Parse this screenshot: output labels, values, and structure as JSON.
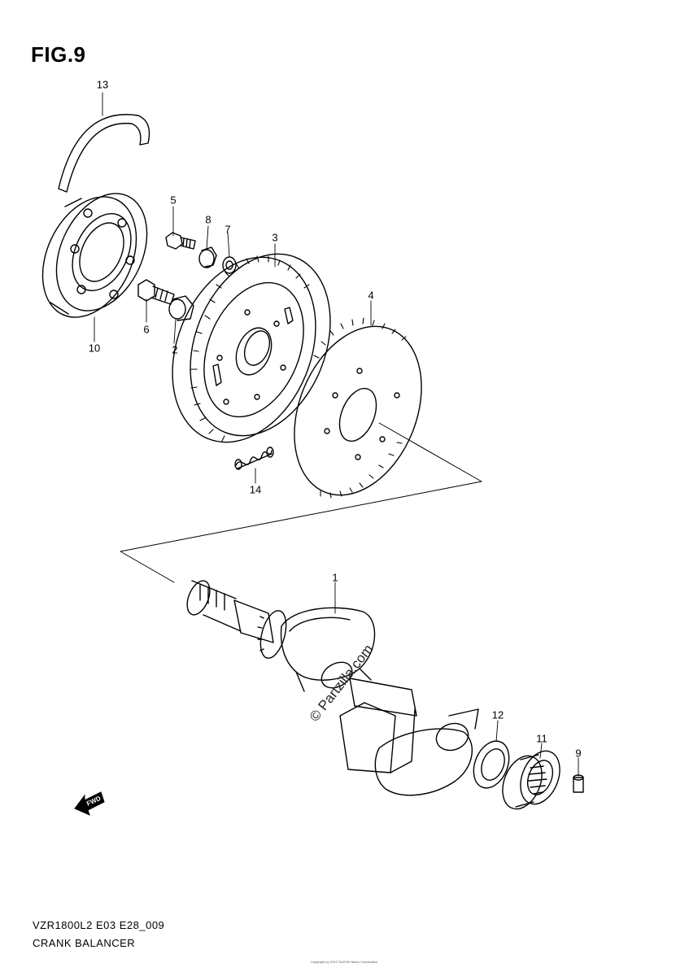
{
  "figure": {
    "title": "FIG.9"
  },
  "callouts": [
    {
      "id": "13",
      "label": "13"
    },
    {
      "id": "5",
      "label": "5"
    },
    {
      "id": "8",
      "label": "8"
    },
    {
      "id": "7",
      "label": "7"
    },
    {
      "id": "3",
      "label": "3"
    },
    {
      "id": "6",
      "label": "6"
    },
    {
      "id": "2",
      "label": "2"
    },
    {
      "id": "10",
      "label": "10"
    },
    {
      "id": "4",
      "label": "4"
    },
    {
      "id": "14",
      "label": "14"
    },
    {
      "id": "1",
      "label": "1"
    },
    {
      "id": "12",
      "label": "12"
    },
    {
      "id": "11",
      "label": "11"
    },
    {
      "id": "9",
      "label": "9"
    }
  ],
  "watermark": "© Partzilla.com",
  "fwd_arrow": {
    "label": "FWD"
  },
  "footer": {
    "code": "VZR1800L2 E03 E28_009",
    "name": "CRANK BALANCER",
    "copyright": "Copyright (c) 2012 SUZUKI Motor Corporation"
  }
}
